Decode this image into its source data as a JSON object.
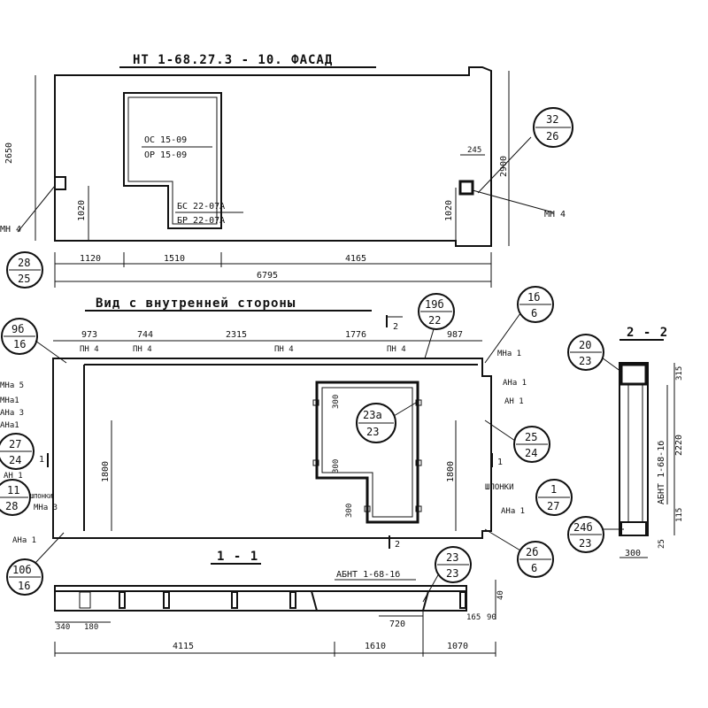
{
  "facade": {
    "title": "НТ 1-68.27.3 - 10. ФАСАД",
    "opening_1": "ОС 15-09",
    "opening_2": "ОР 15-09",
    "door_1": "БС 22-07А",
    "door_2": "БР 22-07А",
    "dim_height_left": "2650",
    "dim_height_right": "2900",
    "dim_1020_a": "1020",
    "dim_1020_b": "1020",
    "dim_245": "245",
    "mark_mn4_left": "МН 4",
    "mark_mn4_right": "МН 4",
    "bubble_left_top": "28",
    "bubble_left_bottom": "25",
    "bubble_right_top": "32",
    "bubble_right_bottom": "26",
    "dims_bottom": [
      "1120",
      "1510",
      "4165"
    ],
    "dim_total": "6795"
  },
  "inner": {
    "title": "Вид с внутренней стороны",
    "section_mark_top": "2",
    "section_mark_bottom": "2",
    "dims_top": [
      "973",
      "744",
      "2315",
      "1776",
      "987"
    ],
    "pn_labels": [
      "ПН 4",
      "ПН 4",
      "ПН 4",
      "ПН 4"
    ],
    "left_labels": [
      "МНа 5",
      "МНа1",
      "АНа 3",
      "АНа1",
      "АН 1",
      "ШПОНКИ",
      "МНа 3",
      "АНа 1"
    ],
    "right_labels": [
      "МНа 1",
      "АНа 1",
      "АН 1",
      "ШПОНКИ",
      "АНа 1"
    ],
    "dim_1800_left": "1800",
    "dim_1800_right": "1800",
    "dim_300_a": "300",
    "dim_300_b": "300",
    "dim_300_c": "300",
    "bubbles": [
      {
        "top": "9б",
        "bottom": "16"
      },
      {
        "top": "27",
        "bottom": "24"
      },
      {
        "top": "11",
        "bottom": "28"
      },
      {
        "top": "10б",
        "bottom": "16"
      },
      {
        "top": "19б",
        "bottom": "22"
      },
      {
        "top": "1б",
        "bottom": "6"
      },
      {
        "top": "23а",
        "bottom": "23"
      },
      {
        "top": "25",
        "bottom": "24"
      },
      {
        "top": "1",
        "bottom": "27"
      },
      {
        "top": "2б",
        "bottom": "6"
      },
      {
        "top": "23",
        "bottom": "23"
      }
    ],
    "section_1_mark": "1"
  },
  "section_1_1": {
    "title": "1 - 1",
    "label": "АБНТ 1-68-1б",
    "dims_small": [
      "340",
      "180",
      "720",
      "165",
      "90",
      "40"
    ],
    "dims_bottom": [
      "4115",
      "1610",
      "1070"
    ]
  },
  "section_2_2": {
    "title": "2 - 2",
    "label": "АБНТ 1-68-1б",
    "bubble_top": {
      "top": "20",
      "bottom": "23"
    },
    "bubble_bottom": {
      "top": "24б",
      "bottom": "23"
    },
    "dim_315": "315",
    "dim_2220": "2220",
    "dim_115": "115",
    "dim_25": "25",
    "dim_300": "300"
  }
}
